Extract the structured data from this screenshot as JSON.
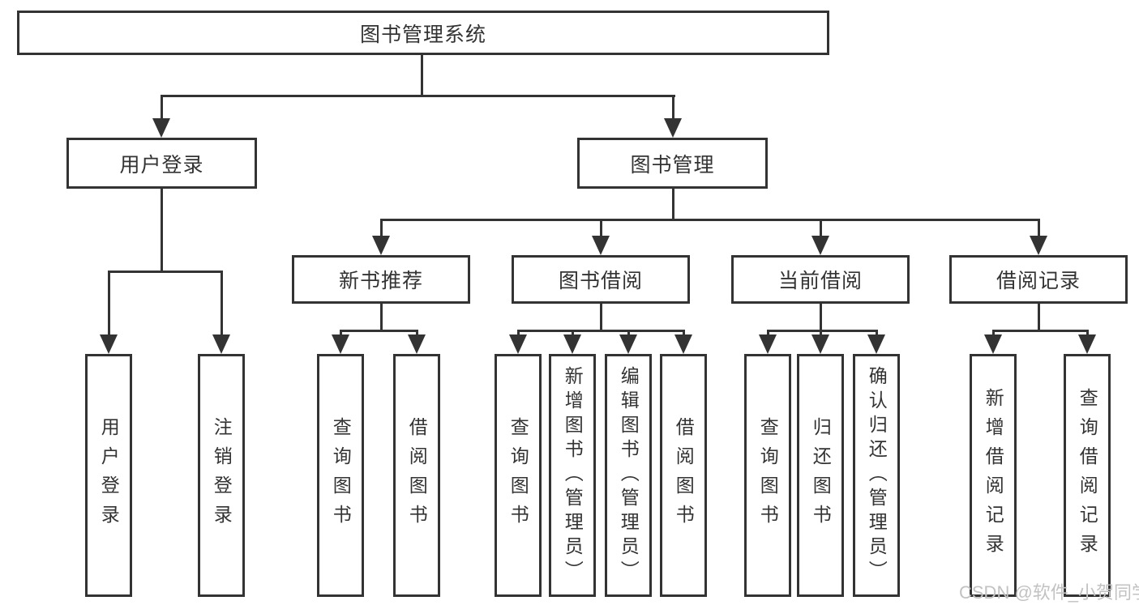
{
  "nodes": {
    "root": "图书管理系统",
    "user_login": "用户登录",
    "book_mgmt": "图书管理",
    "new_book": "新书推荐",
    "book_borrow": "图书借阅",
    "current_borrow": "当前借阅",
    "borrow_record": "借阅记录",
    "leaf_user_login": "用户登录",
    "leaf_logout": "注销登录",
    "leaf_nb_query": "查询图书",
    "leaf_nb_borrow": "借阅图书",
    "leaf_bb_query": "查询图书",
    "leaf_bb_add": "新增图书（管理员）",
    "leaf_bb_edit": "编辑图书（管理员）",
    "leaf_bb_borrow": "借阅图书",
    "leaf_cb_query": "查询图书",
    "leaf_cb_return": "归还图书",
    "leaf_cb_confirm": "确认归还（管理员）",
    "leaf_br_add": "新增借阅记录",
    "leaf_br_query": "查询借阅记录"
  },
  "watermark": "CSDN @软件_小贺同学",
  "colors": {
    "line": "#333333",
    "text": "#333333",
    "watermark": "#c2c2c2",
    "background": "#ffffff"
  }
}
